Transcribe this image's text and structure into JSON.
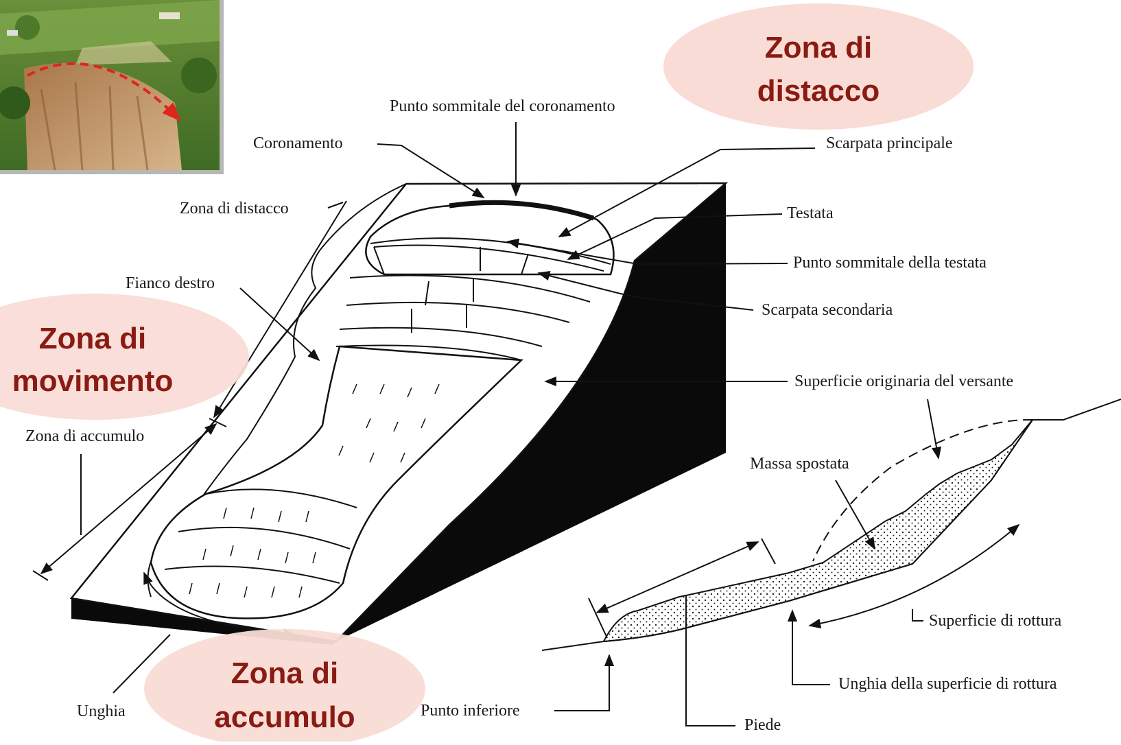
{
  "photo": {
    "icon": "landslide-photo-icon",
    "arrow_color": "#e0251b"
  },
  "zones": {
    "distacco": {
      "line1": "Zona di",
      "line2": "distacco"
    },
    "movimento": {
      "line1": "Zona di",
      "line2": "movimento"
    },
    "accumulo": {
      "line1": "Zona di",
      "line2": "accumulo"
    }
  },
  "labels": {
    "punto_sommitale_coronamento": "Punto sommitale del coronamento",
    "coronamento": "Coronamento",
    "scarpata_principale": "Scarpata principale",
    "zona_di_distacco": "Zona di distacco",
    "testata": "Testata",
    "punto_sommitale_testata": "Punto sommitale della testata",
    "fianco_destro": "Fianco destro",
    "scarpata_secondaria": "Scarpata   secondaria",
    "superficie_originaria": "Superficie originaria del versante",
    "zona_di_accumulo": "Zona di accumulo",
    "massa_spostata": "Massa spostata",
    "superficie_di_rottura": "Superficie di  rottura",
    "unghia_superficie_rottura": "Unghia della superficie di rottura",
    "unghia": "Unghia",
    "punto_inferiore": "Punto inferiore",
    "piede": "Piede"
  },
  "colors": {
    "zone_bubble": "#f9dcd6",
    "zone_text": "#8a1b12",
    "ink": "#111111"
  }
}
